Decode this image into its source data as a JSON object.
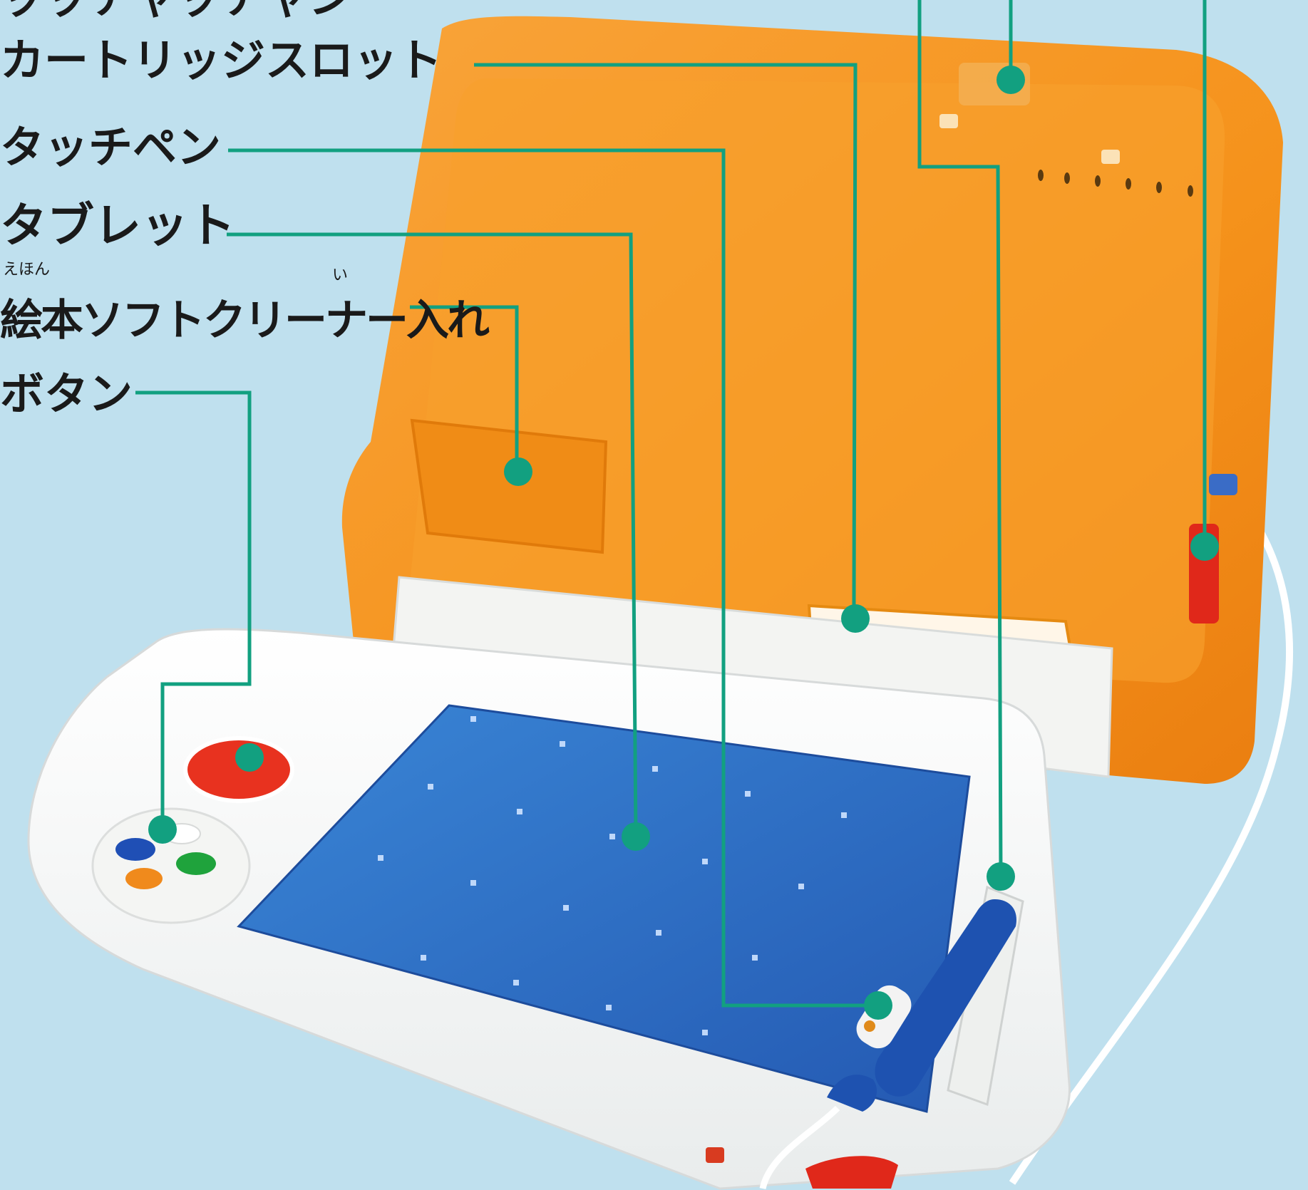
{
  "labels": [
    "ッッチャッチャン",
    "カートリッジスロット",
    "タッチペン",
    "タブレット",
    "絵本ソフトクリーナー入れ",
    "ボタン"
  ],
  "ruby": {
    "ehon": "えほん",
    "i": "い"
  },
  "colors": {
    "background": "#bfe0ee",
    "lid_orange": "#f5951e",
    "base_white": "#f6f7f5",
    "tablet_blue": "#2f6ec4",
    "leader_line": "#12a080",
    "red_button": "#e8321f",
    "blue_button": "#1f4fb5",
    "green_button": "#1fa33c",
    "orange_button": "#f08a1c",
    "pen_blue": "#1e52b0"
  },
  "icons": [
    "touch-pen-icon",
    "cartridge-slot-icon",
    "buttons-icon"
  ]
}
